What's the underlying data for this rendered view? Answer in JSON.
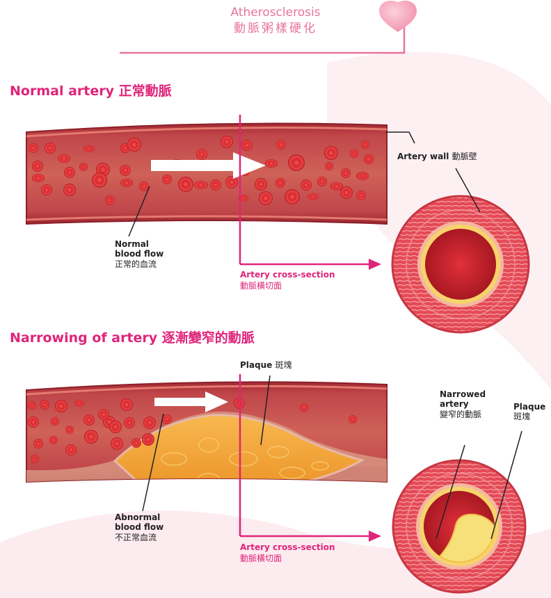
{
  "header": {
    "title_en": "Atherosclerosis",
    "title_zh": "動脈粥樣硬化"
  },
  "normal_section": {
    "title": "Normal artery 正常動脈",
    "wall_label_en": "Artery wall",
    "wall_label_zh": "動脈壁",
    "flow_label_en_1": "Normal",
    "flow_label_en_2": "blood flow",
    "flow_label_zh": "正常的血流",
    "cross_section_en": "Artery cross-section",
    "cross_section_zh": "動脈橫切面"
  },
  "narrow_section": {
    "title": "Narrowing of artery 逐漸變窄的動脈",
    "plaque_label_en": "Plaque",
    "plaque_label_zh": "斑塊",
    "flow_label_en_1": "Abnormal",
    "flow_label_en_2": "blood flow",
    "flow_label_zh": "不正常血流",
    "cross_section_en": "Artery cross-section",
    "cross_section_zh": "動脈橫切面",
    "narrowed_label_en_1": "Narrowed",
    "narrowed_label_en_2": "artery",
    "narrowed_label_zh": "變窄的動脈",
    "plaque_cs_label_en": "Plaque",
    "plaque_cs_label_zh": "斑塊"
  },
  "colors": {
    "accent": "#e0247a",
    "title": "#e8739b",
    "vessel": "#b8333a",
    "blood_cell": "#d8232b",
    "plaque": "#f0a030"
  }
}
